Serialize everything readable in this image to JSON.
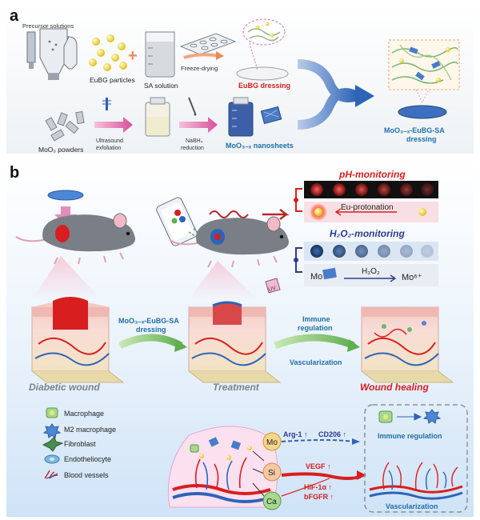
{
  "panel_a": {
    "label": "a",
    "precursor_solutions": "Precursor solutions",
    "eubg_particles": "EuBG particles",
    "sa_solution": "SA solution",
    "freeze_drying": "Freeze-drying",
    "eubg_dressing": "EuBG dressing",
    "moo3_powders": "MoO₃ powders",
    "ultrasound_line1": "Ultrasound",
    "ultrasound_line2": "exfoliation",
    "nabh4_line1": "NaBH₄",
    "nabh4_line2": "reduction",
    "nanosheets": "MoO₃₋ₓ nanosheets",
    "final_line1": "MoO₃₋ₓ-EuBG-SA",
    "final_line2": "dressing"
  },
  "panel_b": {
    "label": "b",
    "ph_title": "pH-monitoring",
    "eu_protonation": "Eu-protonation",
    "h2o2_title": "H₂O₂-monitoring",
    "mo_left": "Mo",
    "h2o2_arrow": "H₂O₂",
    "mo6": "Mo⁶⁺",
    "uv": "UV",
    "dressing_line1": "MoO₃₋ₓ-EuBG-SA",
    "dressing_line2": "dressing",
    "immune_line1": "Immune",
    "immune_line2": "regulation",
    "vascularization": "Vascularization",
    "diabetic_wound": "Diabetic wound",
    "treatment": "Treatment",
    "wound_healing": "Wound healing"
  },
  "legend": {
    "items": [
      {
        "label": "Macrophage",
        "icon": "macrophage-icon"
      },
      {
        "label": "M2 macrophage",
        "icon": "m2-macrophage-icon"
      },
      {
        "label": "Fibroblast",
        "icon": "fibroblast-icon"
      },
      {
        "label": "Endotheliocyte",
        "icon": "endotheliocyte-icon"
      },
      {
        "label": "Blood vessels",
        "icon": "blood-vessels-icon"
      }
    ]
  },
  "mechanism": {
    "mo": "Mo",
    "si": "Si",
    "ca": "Ca",
    "arg1": "Arg-1 ↑",
    "cd206": "CD206 ↑",
    "vegf": "VEGF ↑",
    "hif": "HIF-1α ↑",
    "bfgfr": "bFGFR ↑",
    "immune_regulation": "Immune regulation",
    "vascularization": "Vascularization"
  },
  "colors": {
    "red": "#d81e1e",
    "teal_blue": "#1f6fa8",
    "dark_blue": "#23497a",
    "pink": "#e070b0",
    "green": "#6fb86b",
    "navy": "#2b3c8c"
  }
}
